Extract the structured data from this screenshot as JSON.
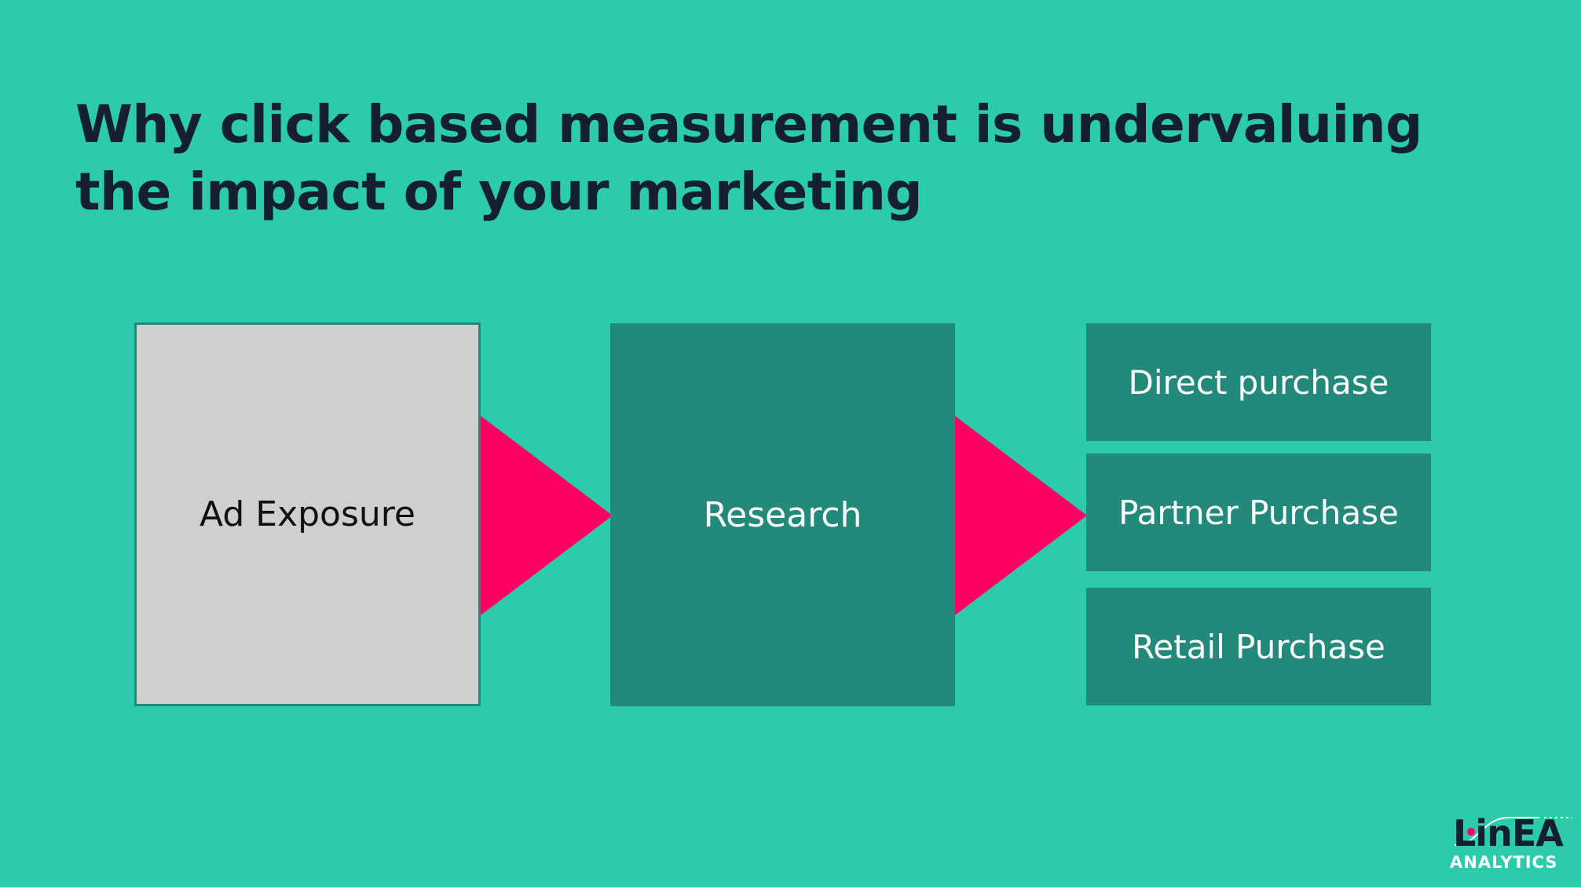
{
  "slide": {
    "title_lines": [
      "Why click based measurement is undervaluing",
      "the impact of your marketing"
    ]
  },
  "diagram": {
    "step_1": "Ad Exposure",
    "step_2": "Research",
    "outcomes": [
      "Direct purchase",
      "Partner Purchase",
      "Retail Purchase"
    ]
  },
  "logo": {
    "wordmark": "LinEA",
    "subtitle": "ANALYTICS"
  },
  "colors": {
    "background": "#2bcbab",
    "title_text": "#14202e",
    "box_dark_teal": "#23897a",
    "box_grey": "#cfcfcf",
    "arrow_pink": "#ff0062",
    "white": "#ffffff"
  },
  "icons": {
    "arrows": "right-pointing-triangle",
    "logo": "linea-analytics-logo"
  }
}
